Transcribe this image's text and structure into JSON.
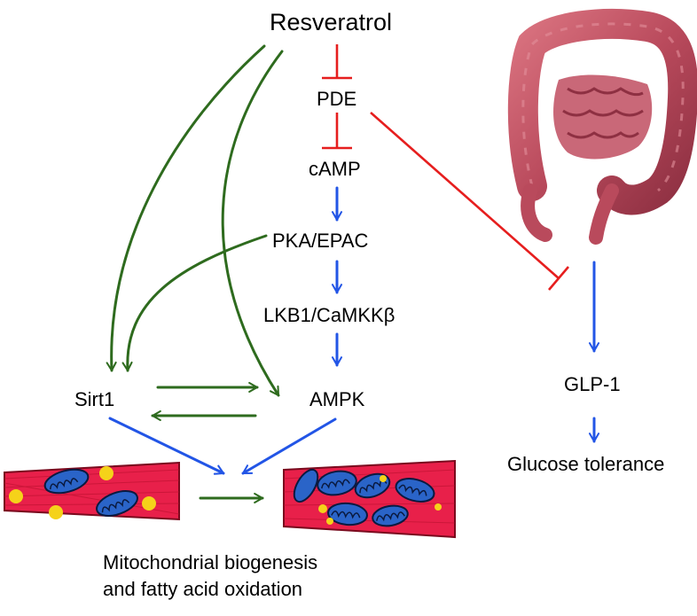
{
  "diagram": {
    "nodes": {
      "resveratrol": "Resveratrol",
      "pde": "PDE",
      "camp": "cAMP",
      "pka_epac": "PKA/EPAC",
      "lkb1_camkk": "LKB1/CaMKKβ",
      "ampk": "AMPK",
      "sirt1": "Sirt1",
      "glp1": "GLP-1",
      "glucose_tolerance": "Glucose tolerance"
    },
    "caption": {
      "line1": "Mitochondrial biogenesis",
      "line2": "and fatty acid oxidation"
    },
    "colors": {
      "activation_green": "#2e6b1e",
      "activation_blue": "#2255e6",
      "inhibition_red": "#e61e1e",
      "muscle_red": "#e8204a",
      "mitochondria_blue": "#2a64c8",
      "lipid_yellow": "#f5d21a",
      "intestine": "#c4566a"
    },
    "icons": [
      "intestine-illustration",
      "muscle-cell-before",
      "muscle-cell-after"
    ]
  }
}
